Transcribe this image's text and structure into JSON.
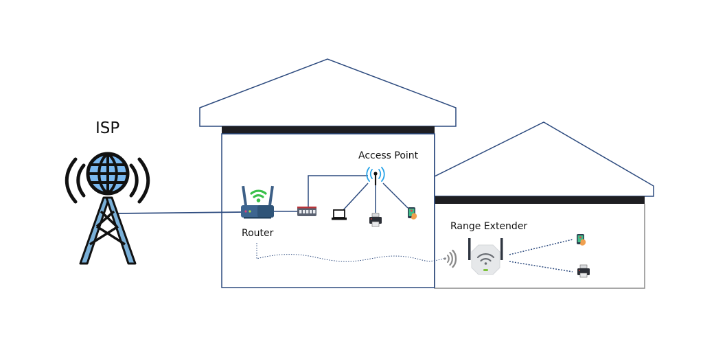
{
  "title": "Home network with router, access point and range extender",
  "labels": {
    "isp": "ISP",
    "router": "Router",
    "access_point": "Access Point",
    "range_extender": "Range Extender"
  },
  "nodes": [
    {
      "id": "isp-tower",
      "type": "cell-tower",
      "label": "ISP"
    },
    {
      "id": "router",
      "type": "wifi-router",
      "label": "Router"
    },
    {
      "id": "switch",
      "type": "network-switch"
    },
    {
      "id": "access-point",
      "type": "antenna",
      "label": "Access Point"
    },
    {
      "id": "laptop",
      "type": "laptop"
    },
    {
      "id": "printer-1",
      "type": "printer"
    },
    {
      "id": "phone-1",
      "type": "smartphone"
    },
    {
      "id": "range-extender",
      "type": "wifi-extender",
      "label": "Range Extender"
    },
    {
      "id": "phone-2",
      "type": "smartphone"
    },
    {
      "id": "printer-2",
      "type": "printer"
    }
  ],
  "links": [
    {
      "from": "isp-tower",
      "to": "router",
      "style": "solid"
    },
    {
      "from": "router",
      "to": "switch",
      "style": "solid"
    },
    {
      "from": "switch",
      "to": "access-point",
      "style": "solid"
    },
    {
      "from": "access-point",
      "to": "laptop",
      "style": "solid"
    },
    {
      "from": "access-point",
      "to": "printer-1",
      "style": "solid"
    },
    {
      "from": "access-point",
      "to": "phone-1",
      "style": "solid"
    },
    {
      "from": "router",
      "to": "range-extender",
      "style": "dotted-wave"
    },
    {
      "from": "range-extender",
      "to": "phone-2",
      "style": "dotted"
    },
    {
      "from": "range-extender",
      "to": "printer-2",
      "style": "dotted"
    }
  ],
  "colors": {
    "outline": "#2c4a7e",
    "roof_band": "#1e1e22",
    "globe": "#7ab8f0",
    "wifi_green": "#39c04a",
    "wifi_blue": "#27a3e8",
    "router_body": "#3d6590",
    "switch_accent": "#b8343a",
    "extender_body": "#e6e8ea",
    "signal_gray": "#8a8a8a"
  }
}
